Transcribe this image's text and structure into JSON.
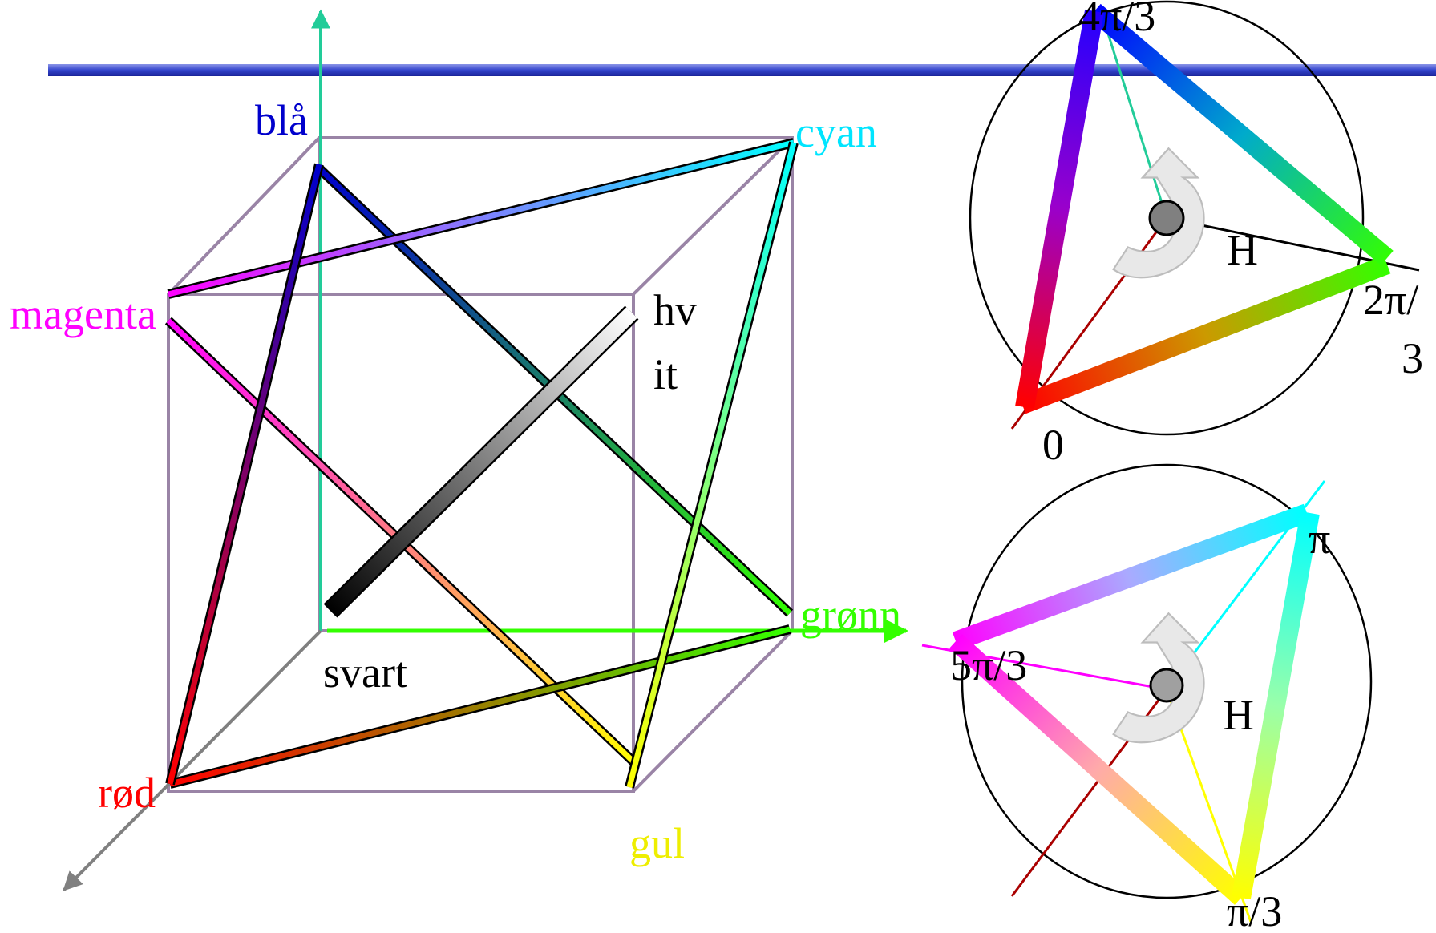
{
  "labels": {
    "blue": "blå",
    "cyan": "cyan",
    "magenta": "magenta",
    "white_line1": "hv",
    "white_line2": "it",
    "green": "grønn",
    "black": "svart",
    "red": "rød",
    "yellow": "gul"
  },
  "hue_top": {
    "angle_top": "4π/3",
    "angle_right_line1": "2π/",
    "angle_right_line2": "3",
    "angle_bottom": "0",
    "hue_symbol": "H"
  },
  "hue_bottom": {
    "angle_right": "π",
    "angle_left": "5π/3",
    "angle_bottom": "π/3",
    "hue_symbol": "H"
  },
  "colors": {
    "red": "#ff0000",
    "green": "#33ff00",
    "blue": "#0000cc",
    "cyan": "#00ffff",
    "magenta": "#ff00ff",
    "yellow": "#ffff00",
    "white": "#ffffff",
    "black": "#000000",
    "title_bar": "#3344cc",
    "cube_edge": "#9a84a6",
    "axis_green_blue": "#22cc99",
    "axis_gray": "#808080"
  }
}
